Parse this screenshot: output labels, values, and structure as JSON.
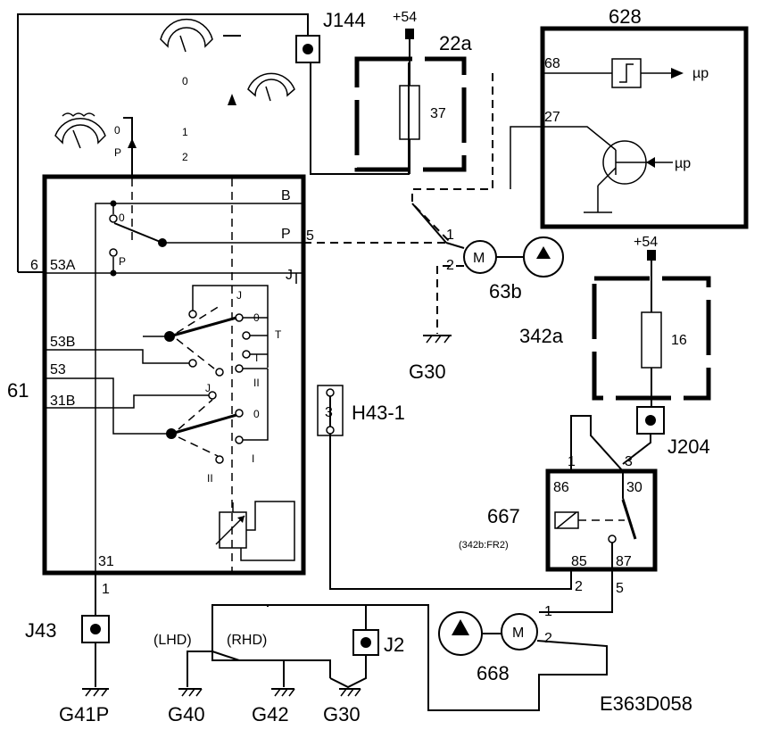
{
  "diagram_code": "E363D058",
  "components": {
    "wiper_switch": {
      "id": "61"
    },
    "connector_j144": {
      "id": "J144"
    },
    "fuse_22a": {
      "id": "22a",
      "supply": "+54",
      "fuse": "37"
    },
    "ecu_628": {
      "id": "628",
      "pin_a": "68",
      "pin_b": "27",
      "out_a": "µp",
      "out_b": "µp"
    },
    "washer_pump_63b": {
      "id": "63b",
      "pin_1": "1",
      "pin_2": "2",
      "motor": "M"
    },
    "fuse_342a": {
      "id": "342a",
      "supply": "+54",
      "fuse": "16"
    },
    "connector_j204": {
      "id": "J204"
    },
    "relay_667": {
      "id": "667",
      "ref": "(342b:FR2)",
      "p86": "86",
      "p30": "30",
      "p85": "85",
      "p87": "87",
      "w1": "1",
      "w3": "3",
      "w2": "2",
      "w5": "5"
    },
    "connector_h43": {
      "id": "H43-1",
      "pin": "3"
    },
    "pump_668": {
      "id": "668",
      "motor": "M",
      "pin_1": "1",
      "pin_2": "2"
    },
    "connector_j43": {
      "id": "J43",
      "pin": "1"
    },
    "connector_j2": {
      "id": "J2"
    }
  },
  "grounds": [
    "G41P",
    "G40",
    "G42",
    "G30",
    "G30"
  ],
  "hand_drive": {
    "lhd": "(LHD)",
    "rhd": "(RHD)"
  },
  "switch_terminals": {
    "t_b": "B",
    "t_p": "P",
    "t_5": "5",
    "t_j": "J",
    "t_6": "6",
    "t_53a": "53A",
    "t_53b": "53B",
    "t_53": "53",
    "t_31b": "31B",
    "t_31": "31",
    "t_1": "1",
    "pos_0": "0",
    "pos_p": "P",
    "sw1_j": "J",
    "sw1_0": "0",
    "sw1_t": "T",
    "sw1_i": "I",
    "sw1_ii": "II",
    "sw2_j": "J",
    "sw2_0": "0",
    "sw2_i": "I",
    "sw2_ii": "II"
  },
  "wiper_positions": {
    "p0": "0",
    "pp": "P",
    "top_0": "0",
    "top_1": "1",
    "top_2": "2"
  }
}
